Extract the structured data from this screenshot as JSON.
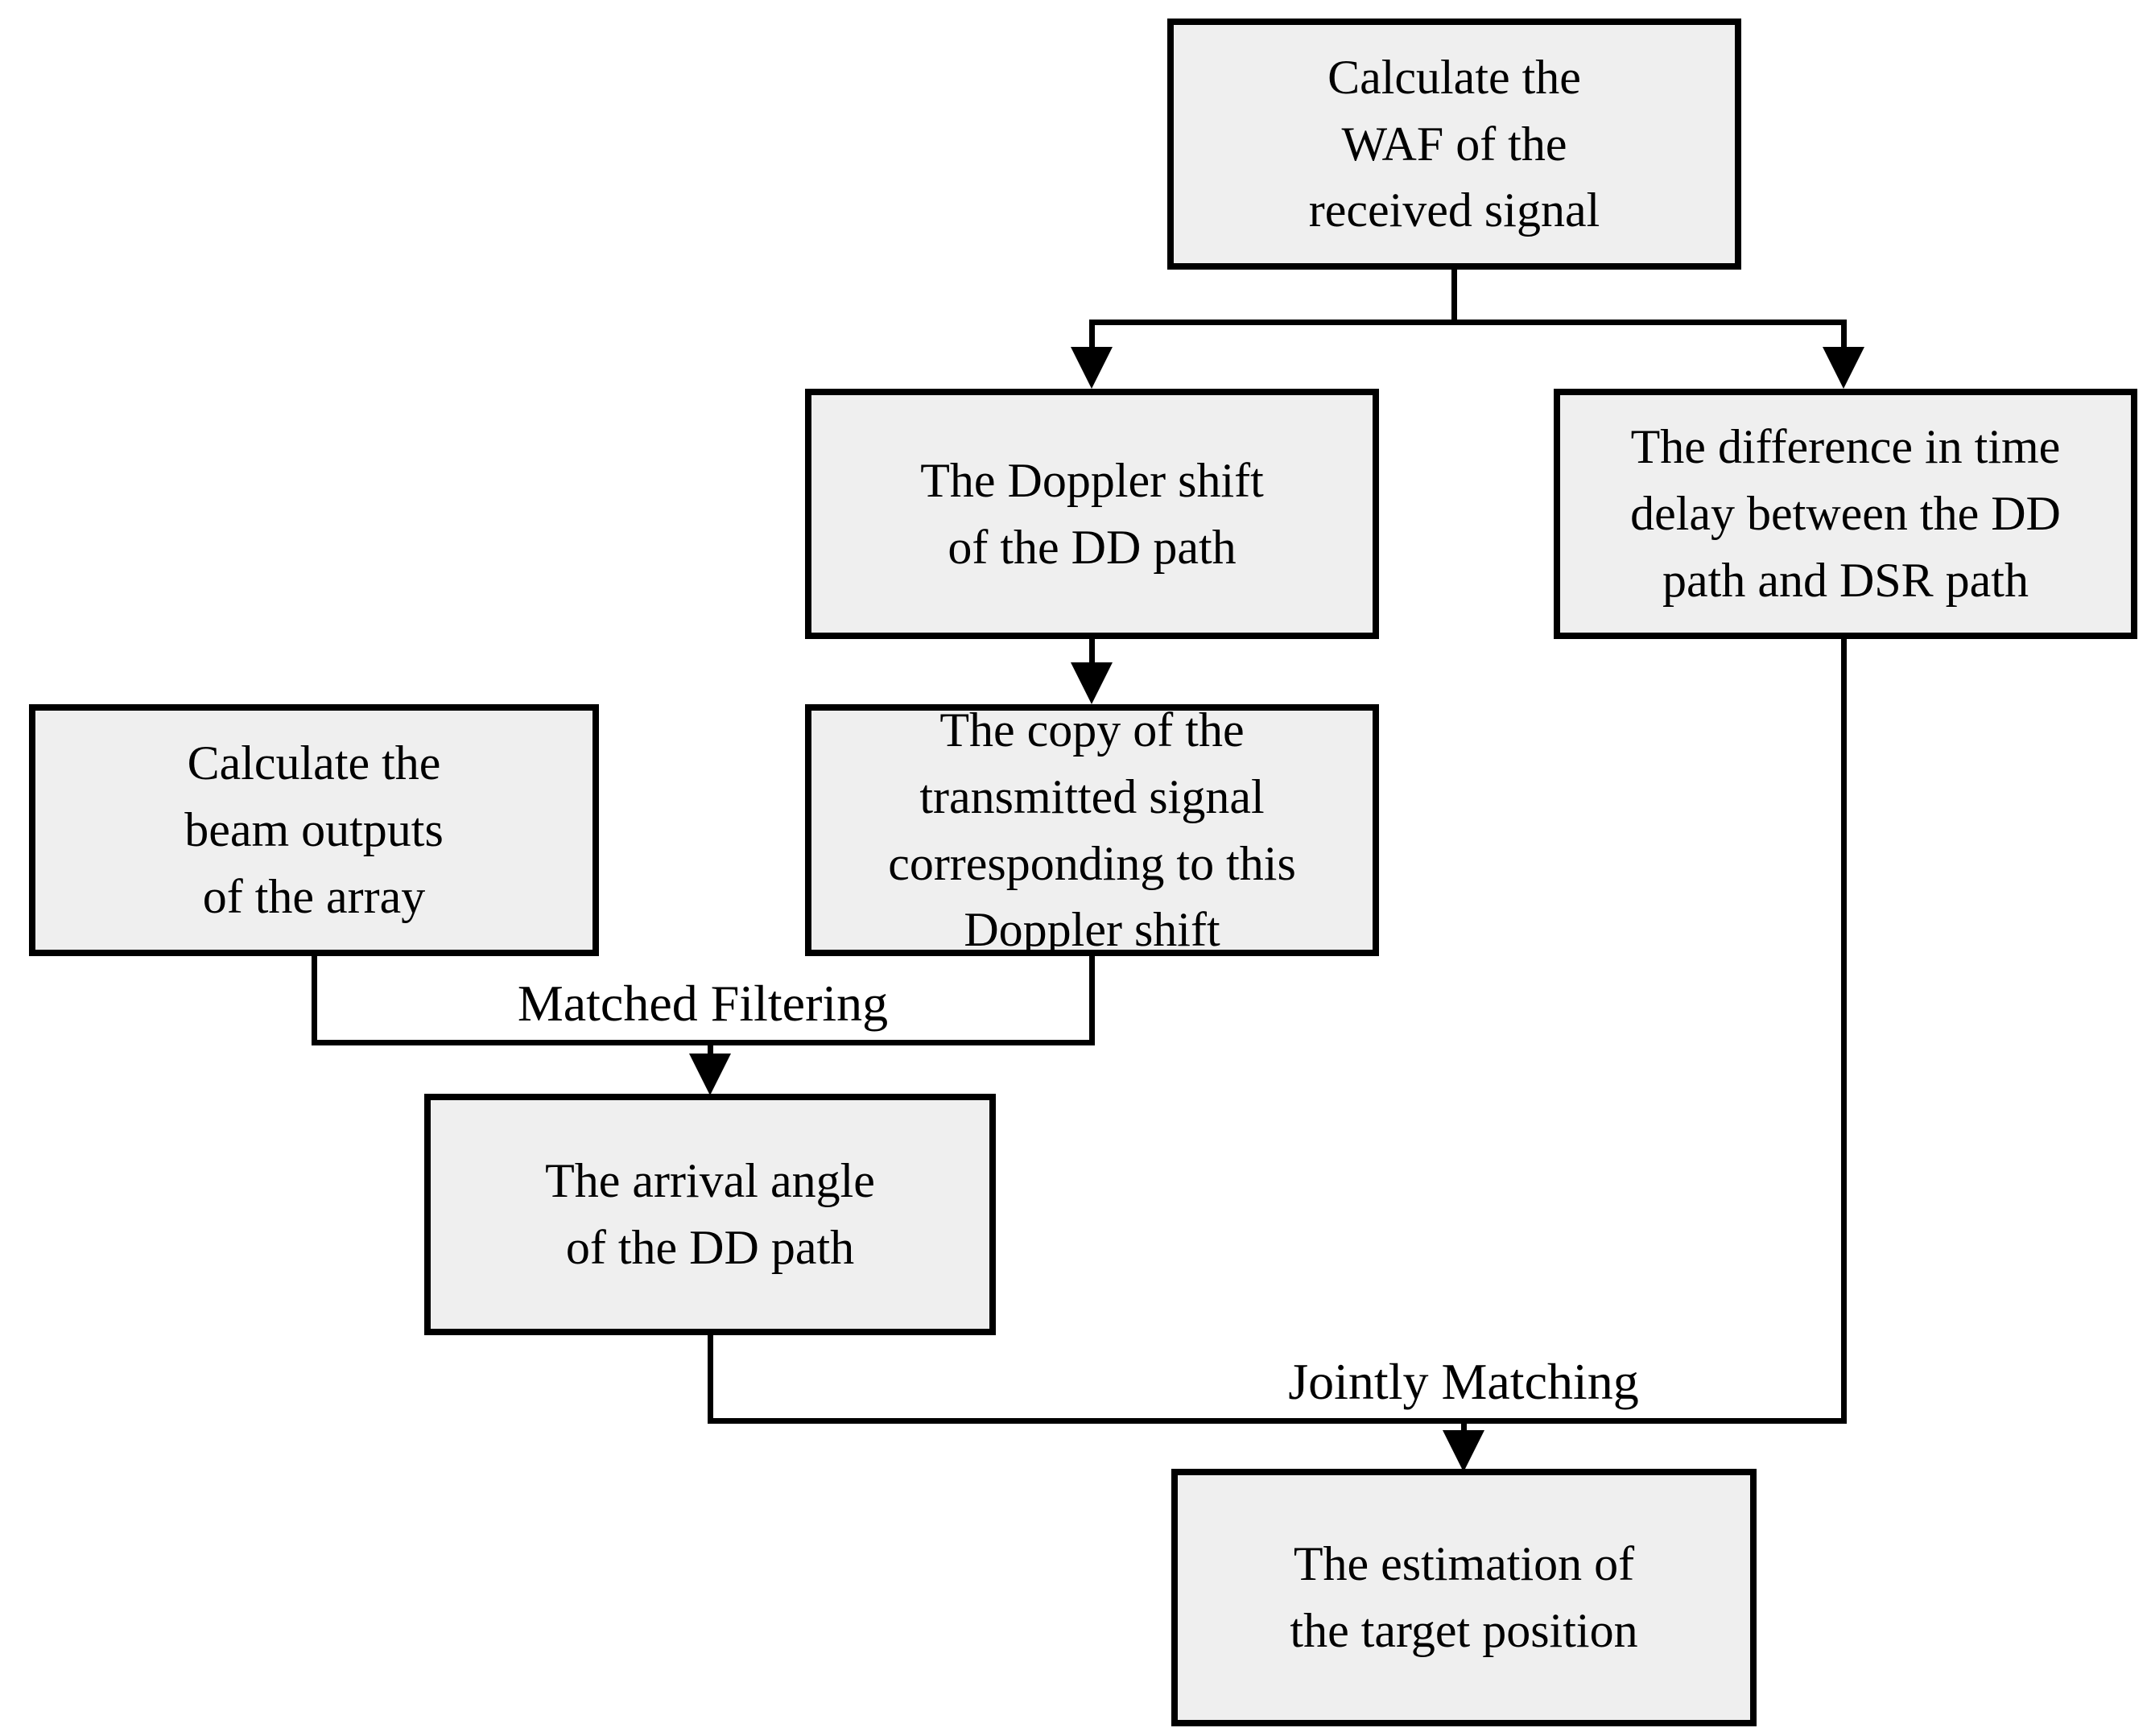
{
  "colors": {
    "background": "#ffffff",
    "box_fill": "#efefef",
    "box_border": "#000000",
    "line": "#000000",
    "text": "#000000"
  },
  "boxes": {
    "waf": {
      "text": "Calculate the\nWAF of the\nreceived signal"
    },
    "doppler": {
      "text": "The Doppler shift\nof the DD path"
    },
    "difference": {
      "text": "The difference in time\ndelay between the DD\npath and DSR path"
    },
    "copy": {
      "text": "The copy of the\ntransmitted signal\ncorresponding to this\nDoppler shift"
    },
    "beam": {
      "text": "Calculate the\nbeam outputs\nof the array"
    },
    "arrival": {
      "text": "The arrival angle\nof the DD path"
    },
    "estimation": {
      "text": "The estimation of\nthe target position"
    }
  },
  "labels": {
    "matched_filtering": "Matched Filtering",
    "jointly_matching": "Jointly Matching"
  }
}
